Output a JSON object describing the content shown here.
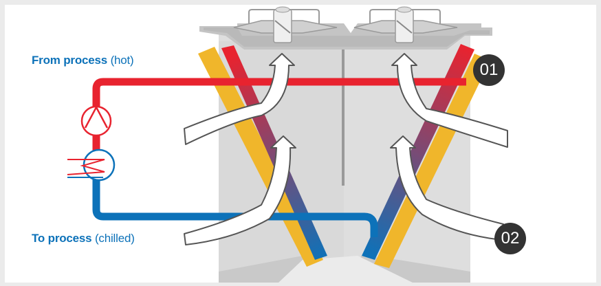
{
  "labels": {
    "from_process_bold": "From process",
    "from_process_note": "(hot)",
    "to_process_bold": "To process",
    "to_process_note": "(chilled)"
  },
  "badges": {
    "first": "01",
    "second": "02"
  },
  "colors": {
    "hot_pipe": "#e8232f",
    "chilled_pipe": "#0d72b9",
    "coil_yellow": "#f0b62b",
    "label_blue": "#0d72b9",
    "badge_bg": "#333333",
    "housing": "#d6d6d6",
    "fan_deck": "#c0c0c0"
  },
  "icons": [
    "pump-icon",
    "heat-exchanger-icon",
    "fan-icon",
    "airflow-arrow-icon"
  ]
}
